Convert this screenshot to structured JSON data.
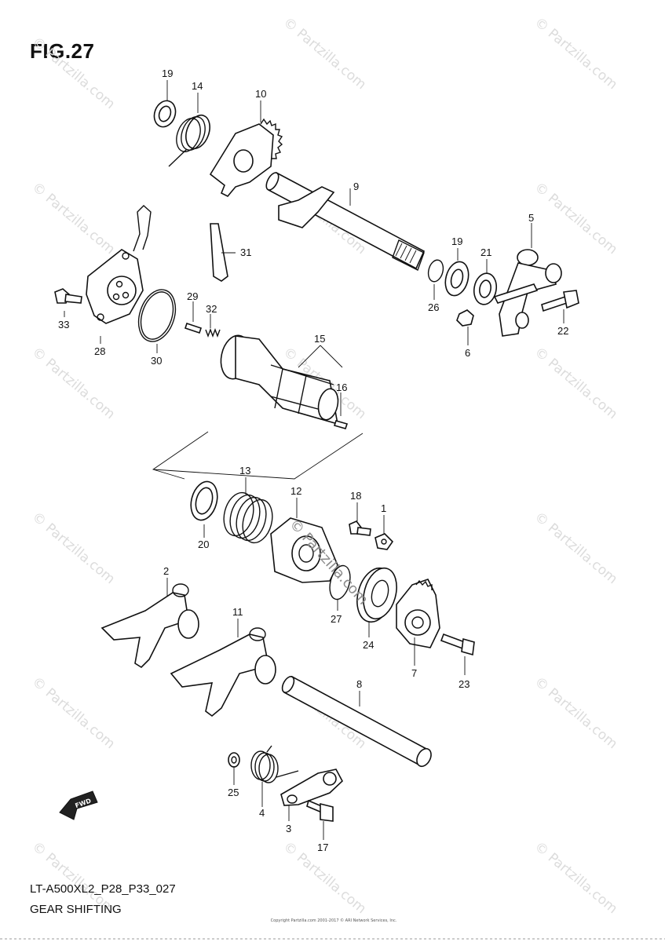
{
  "figure": {
    "title": "FIG.27",
    "model_code": "LT-A500XL2_P28_P33_027",
    "section_title": "GEAR SHIFTING",
    "copyright": "Copyright Partzilla.com 2001-2017 © ARI Network Services, Inc.",
    "fwd_label": "FWD"
  },
  "watermark": {
    "text": "© Partzilla.com",
    "center_text": "© Partzilla.com"
  },
  "parts": [
    {
      "num": "19"
    },
    {
      "num": "14"
    },
    {
      "num": "10"
    },
    {
      "num": "9"
    },
    {
      "num": "31"
    },
    {
      "num": "5"
    },
    {
      "num": "19"
    },
    {
      "num": "21"
    },
    {
      "num": "33"
    },
    {
      "num": "28"
    },
    {
      "num": "30"
    },
    {
      "num": "29"
    },
    {
      "num": "32"
    },
    {
      "num": "26"
    },
    {
      "num": "6"
    },
    {
      "num": "22"
    },
    {
      "num": "15"
    },
    {
      "num": "16"
    },
    {
      "num": "13"
    },
    {
      "num": "12"
    },
    {
      "num": "18"
    },
    {
      "num": "1"
    },
    {
      "num": "20"
    },
    {
      "num": "2"
    },
    {
      "num": "11"
    },
    {
      "num": "27"
    },
    {
      "num": "24"
    },
    {
      "num": "7"
    },
    {
      "num": "23"
    },
    {
      "num": "8"
    },
    {
      "num": "25"
    },
    {
      "num": "4"
    },
    {
      "num": "3"
    },
    {
      "num": "17"
    }
  ]
}
